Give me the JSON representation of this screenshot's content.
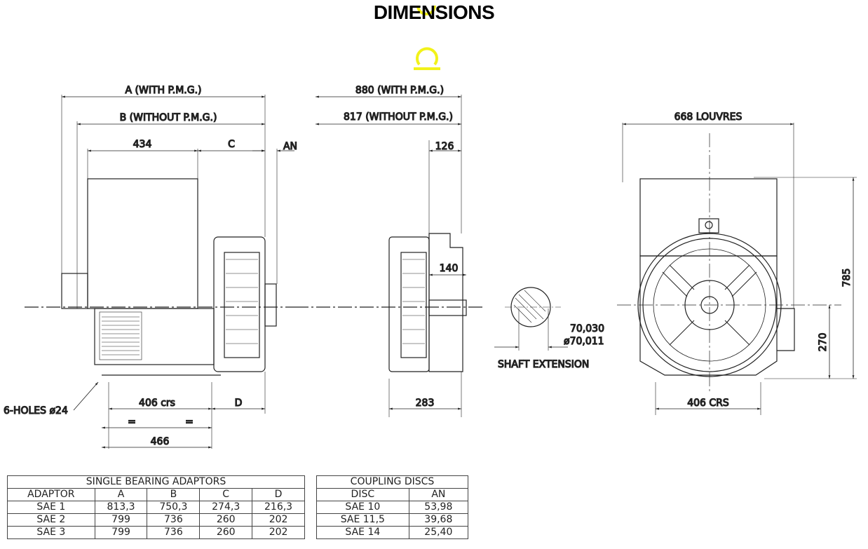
{
  "title": "DIMENSIONS",
  "colors": {
    "line": "#222222",
    "watermark": "#f2f21a"
  },
  "side_view": {
    "a_label": "A (WITH P.M.G.)",
    "b_label": "B (WITHOUT P.M.G.)",
    "dim_434": "434",
    "c_label": "C",
    "an_label": "AN",
    "holes": "6-HOLES ø24",
    "crs": "406 crs",
    "d_label": "D",
    "eq1": "=",
    "eq2": "=",
    "dim_466": "466"
  },
  "mid_view": {
    "w_pmg": "880 (WITH P.M.G.)",
    "wo_pmg": "817 (WITHOUT P.M.G.)",
    "dim_126": "126",
    "dim_140": "140",
    "dim_283": "283"
  },
  "shaft": {
    "tol_upper": "70,030",
    "tol_lower": "ø70,011",
    "label": "SHAFT EXTENSION"
  },
  "end_view": {
    "louvres": "668 LOUVRES",
    "height": "785",
    "center": "270",
    "crs": "406 CRS"
  },
  "adaptors": {
    "title": "SINGLE BEARING ADAPTORS",
    "headers": [
      "ADAPTOR",
      "A",
      "B",
      "C",
      "D"
    ],
    "rows": [
      [
        "SAE 1",
        "813,3",
        "750,3",
        "274,3",
        "216,3"
      ],
      [
        "SAE 2",
        "799",
        "736",
        "260",
        "202"
      ],
      [
        "SAE 3",
        "799",
        "736",
        "260",
        "202"
      ]
    ]
  },
  "discs": {
    "title": "COUPLING DISCS",
    "headers": [
      "DISC",
      "AN"
    ],
    "rows": [
      [
        "SAE 10",
        "53,98"
      ],
      [
        "SAE 11,5",
        "39,68"
      ],
      [
        "SAE 14",
        "25,40"
      ]
    ]
  }
}
